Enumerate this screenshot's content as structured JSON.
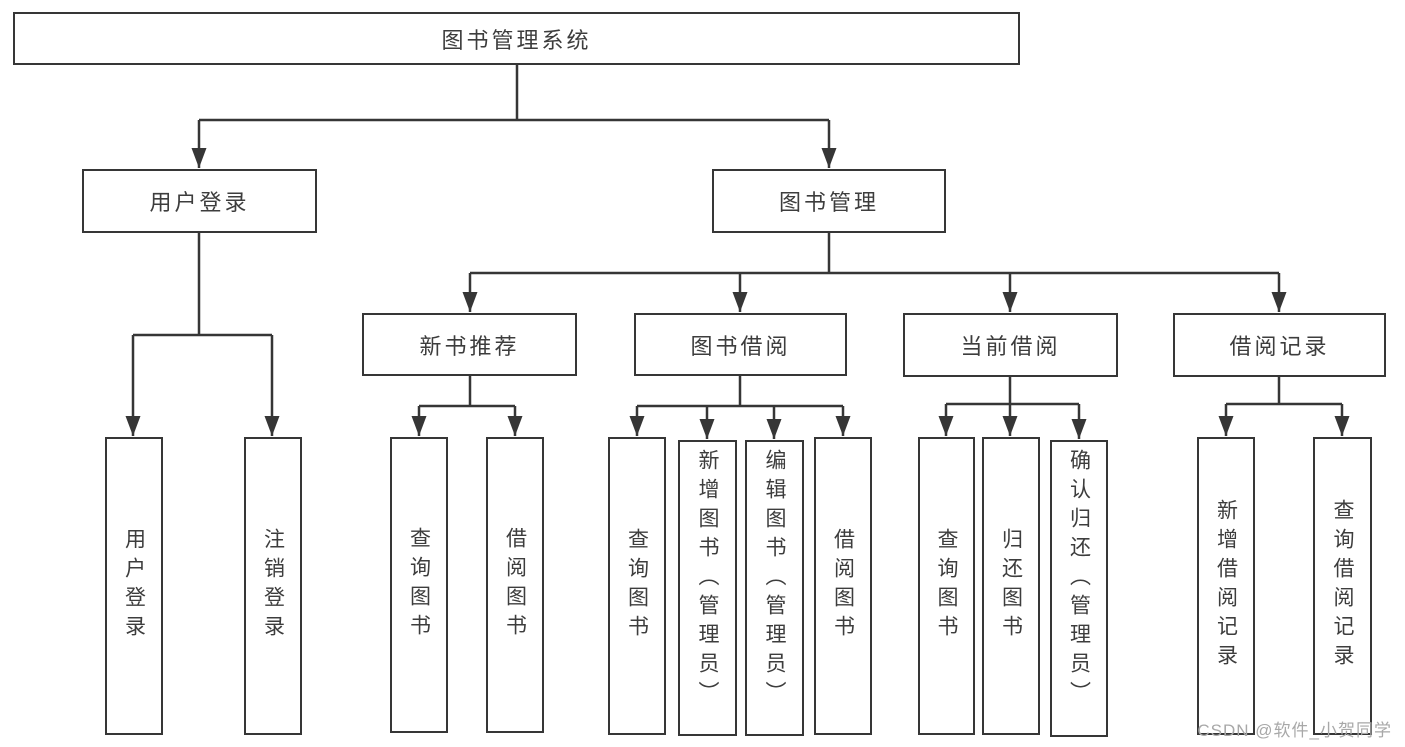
{
  "title": "图书管理系统",
  "nodes": {
    "root": "图书管理系统",
    "user_login": "用户登录",
    "book_mgmt": "图书管理",
    "new_book_rec": "新书推荐",
    "book_borrow": "图书借阅",
    "current_borrow": "当前借阅",
    "borrow_records": "借阅记录",
    "leaf_user_login": "用户登录",
    "leaf_logout": "注销登录",
    "rec_query_book": "查询图书",
    "rec_borrow_book": "借阅图书",
    "bb_query_book": "查询图书",
    "bb_add_book": "新增图书（管理员）",
    "bb_edit_book": "编辑图书（管理员）",
    "bb_borrow_book": "借阅图书",
    "cb_query_book": "查询图书",
    "cb_return_book": "归还图书",
    "cb_confirm_return": "确认归还（管理员）",
    "br_add_record": "新增借阅记录",
    "br_query_record": "查询借阅记录"
  },
  "hierarchy": {
    "图书管理系统": {
      "用户登录": [
        "用户登录",
        "注销登录"
      ],
      "图书管理": {
        "新书推荐": [
          "查询图书",
          "借阅图书"
        ],
        "图书借阅": [
          "查询图书",
          "新增图书（管理员）",
          "编辑图书（管理员）",
          "借阅图书"
        ],
        "当前借阅": [
          "查询图书",
          "归还图书",
          "确认归还（管理员）"
        ],
        "借阅记录": [
          "新增借阅记录",
          "查询借阅记录"
        ]
      }
    }
  },
  "colors": {
    "line": "#363636",
    "text": "#3d3d3d",
    "box_background": "#ffffff",
    "watermark": "#a8a8a8"
  },
  "watermark": {
    "text": "CSDN @软件_小贺同学"
  }
}
